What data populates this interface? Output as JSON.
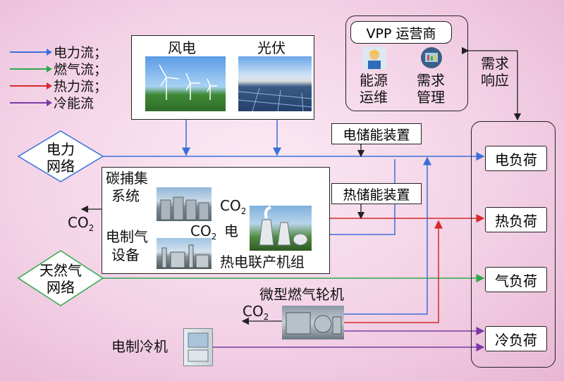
{
  "legend": [
    {
      "label": "电力流；",
      "color": "#3a6fd8"
    },
    {
      "label": "燃气流；",
      "color": "#2ea84a"
    },
    {
      "label": "热力流；",
      "color": "#d42b2b"
    },
    {
      "label": "冷能流",
      "color": "#7a3aa8"
    }
  ],
  "renewables": {
    "wind": "风电",
    "pv": "光伏"
  },
  "vpp": {
    "title": "VPP 运营商",
    "ops_line1": "能源",
    "ops_line2": "运维",
    "dm_line1": "需求",
    "dm_line2": "管理"
  },
  "demand_response": {
    "line1": "需求",
    "line2": "响应"
  },
  "grid": {
    "line1": "电力",
    "line2": "网络"
  },
  "gas_network": {
    "line1": "天然气",
    "line2": "网络"
  },
  "storage": {
    "electric": "电储能装置",
    "thermal": "热储能装置"
  },
  "ccs": {
    "line1": "碳捕集",
    "line2": "系统"
  },
  "p2g": {
    "line1": "电制气",
    "line2": "设备"
  },
  "co2": "CO",
  "co2_sub": "2",
  "elec_char": "电",
  "chp": "热电联产机组",
  "turbine": "微型燃气轮机",
  "chiller": "电制冷机",
  "loads": {
    "electric": "电负荷",
    "heat": "热负荷",
    "gas": "气负荷",
    "cold": "冷负荷"
  },
  "colors": {
    "electric": "#3a6fd8",
    "gas": "#2ea84a",
    "heat": "#d42b2b",
    "cold": "#7a3aa8"
  }
}
